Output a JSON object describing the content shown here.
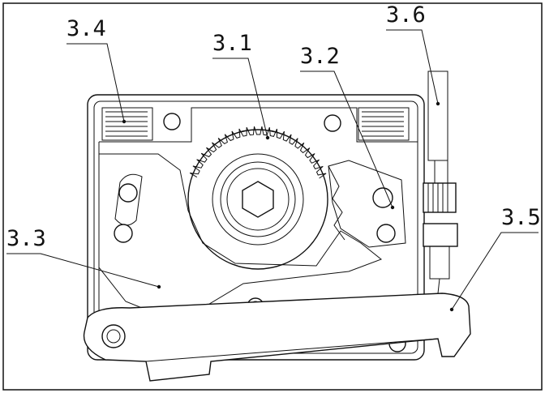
{
  "labels": {
    "gear": "3.1",
    "pawl": "3.2",
    "lever": "3.3",
    "springs": "3.4",
    "arm": "3.5",
    "cable": "3.6"
  }
}
